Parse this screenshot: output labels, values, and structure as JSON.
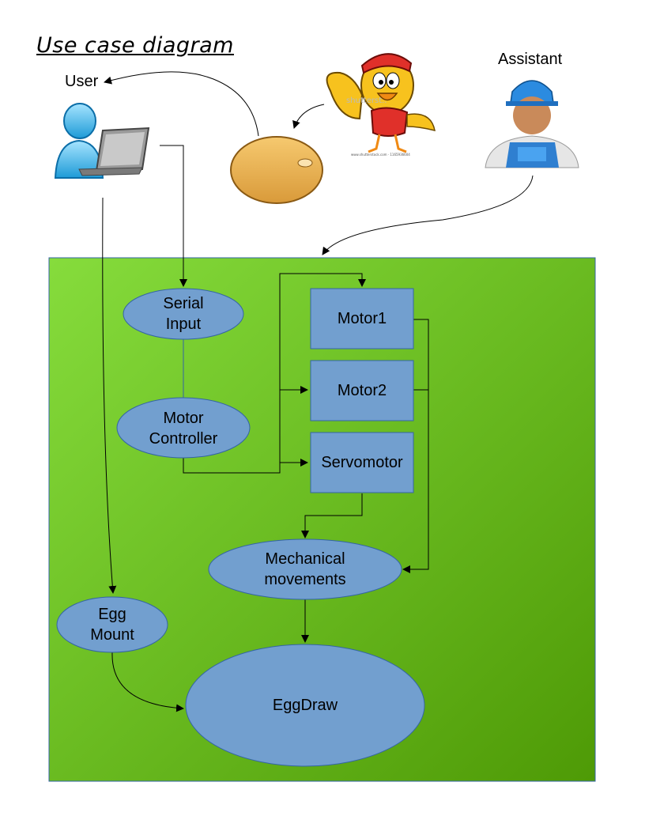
{
  "title": "Use case diagram",
  "actors": {
    "user": "User",
    "assistant": "Assistant"
  },
  "nodes": {
    "serial_input": [
      "Serial",
      "Input"
    ],
    "motor_controller": [
      "Motor",
      "Controller"
    ],
    "motor1": "Motor1",
    "motor2": "Motor2",
    "servomotor": "Servomotor",
    "mechanical_movements": [
      "Mechanical",
      "movements"
    ],
    "egg_mount": [
      "Egg",
      "Mount"
    ],
    "eggdraw": "EggDraw"
  },
  "colors": {
    "system_bg_light": "#84d93a",
    "system_bg_dark": "#4e9a06",
    "node_fill": "#729fcf",
    "node_stroke": "#3465a4",
    "egg_fill": "#f2b95b"
  },
  "icons": [
    "user-laptop-icon",
    "chicken-mascot-image",
    "egg-icon",
    "assistant-worker-icon"
  ]
}
